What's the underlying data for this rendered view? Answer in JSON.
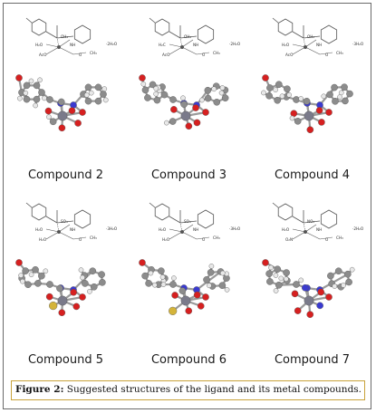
{
  "figure": {
    "caption_label": "Figure 2:",
    "caption_text": " Suggested structures of the ligand and its metal compounds."
  },
  "compounds": [
    {
      "label": "Compound 2",
      "hydration": "·2H₂O",
      "substituents": [
        "H₂O",
        "NH",
        "OH₂",
        "O",
        "AcO",
        "CH₃"
      ]
    },
    {
      "label": "Compound 3",
      "hydration": "·2H₂O",
      "substituents": [
        "H₂C",
        "NH",
        "OH₂",
        "O",
        "AcO",
        "CH₃"
      ]
    },
    {
      "label": "Compound 4",
      "hydration": "·3H₂O",
      "substituents": [
        "H₂O",
        "NH",
        "OH₂",
        "O",
        "AcO",
        "CH₃"
      ]
    },
    {
      "label": "Compound 5",
      "hydration": "·3H₂O",
      "substituents": [
        "H₂O",
        "NH",
        "SO₄",
        "O",
        "H₂O",
        "CH₃"
      ]
    },
    {
      "label": "Compound 6",
      "hydration": "·3H₂O",
      "substituents": [
        "H₂O",
        "NH",
        "SO₄",
        "O",
        "H₂O",
        "CH₃"
      ]
    },
    {
      "label": "Compound 7",
      "hydration": "·2H₂O",
      "substituents": [
        "H₂O",
        "NH",
        "NO₃",
        "O",
        "O₂N",
        "CH₃"
      ]
    }
  ],
  "colors": {
    "carbon": "#8c8c8c",
    "hydrogen": "#e8e8e8",
    "oxygen": "#d62020",
    "nitrogen": "#3a3ad0",
    "metal": "#7a7a8a",
    "sulfur": "#d4b43a",
    "bond": "#9a9a9a",
    "structure_line": "#555555",
    "caption_border": "#c8a23a"
  }
}
